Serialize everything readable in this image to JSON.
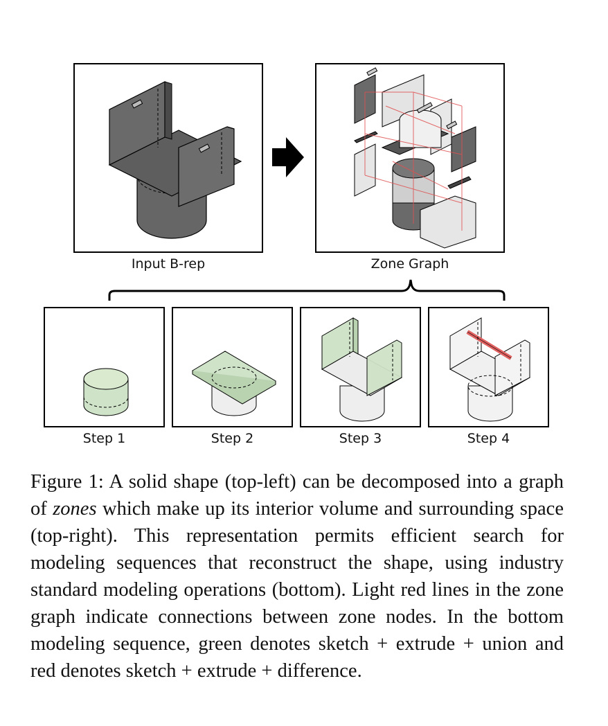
{
  "figure": {
    "top_panels": [
      {
        "label": "Input B-rep"
      },
      {
        "label": "Zone Graph"
      }
    ],
    "steps": [
      {
        "label": "Step 1"
      },
      {
        "label": "Step 2"
      },
      {
        "label": "Step 3"
      },
      {
        "label": "Step 4"
      }
    ],
    "caption": {
      "prefix": "Figure 1: A solid shape (top-left) can be decomposed into a graph of ",
      "emph": "zones",
      "suffix": " which make up its interior volume and surrounding space (top-right). This representation permits efficient search for modeling sequences that reconstruct the shape, using industry standard modeling operations (bottom). Light red lines in the zone graph indicate connections between zone nodes. In the bottom modeling sequence, green denotes sketch + extrude + union and red denotes sketch + extrude + difference."
    },
    "colors": {
      "union_green": "#cfe3c8",
      "difference_red": "#e06060",
      "solid_gray": "#7a7a7a"
    }
  }
}
